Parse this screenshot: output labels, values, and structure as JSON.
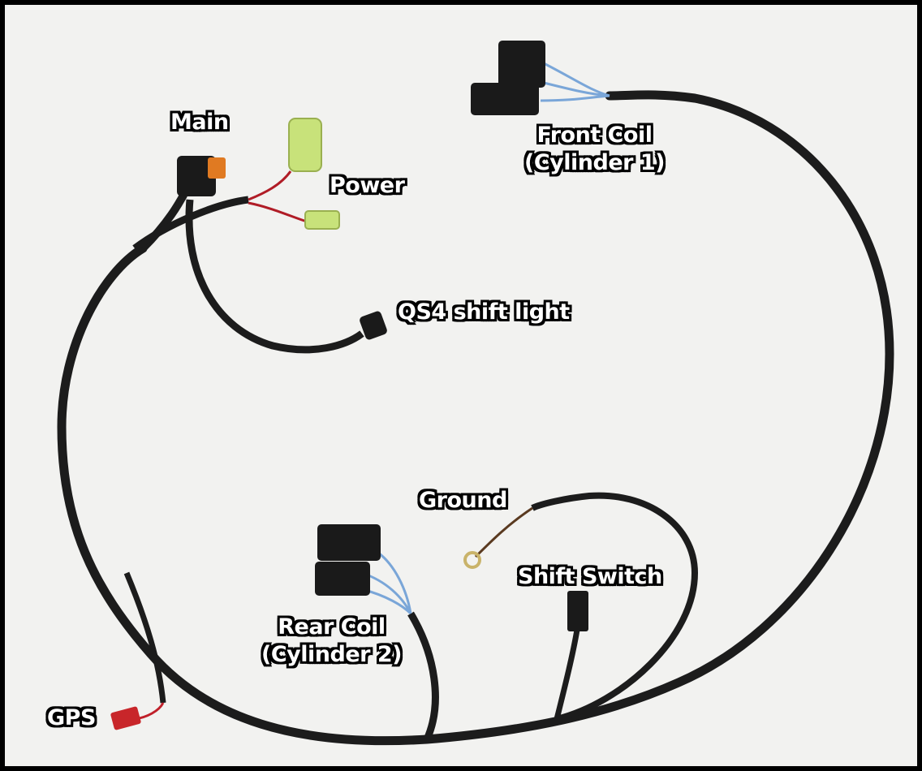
{
  "labels": {
    "main": "Main",
    "power": "Power",
    "front_coil_line1": "Front Coil",
    "front_coil_line2": "(Cylinder 1)",
    "qs4": "QS4 shift light",
    "ground": "Ground",
    "shift_switch": "Shift Switch",
    "rear_coil_line1": "Rear Coil",
    "rear_coil_line2": "(Cylinder 2)",
    "gps": "GPS"
  },
  "colors": {
    "background": "#f2f2f0",
    "frame": "#000000",
    "cable": "#1a1a1a",
    "connector_orange": "#e07a22",
    "connector_green": "#c8e27a",
    "wire_blue": "#7aa6d8",
    "wire_red": "#c0202a",
    "terminal_red": "#c8262a",
    "ring_brass": "#c9b36a"
  }
}
